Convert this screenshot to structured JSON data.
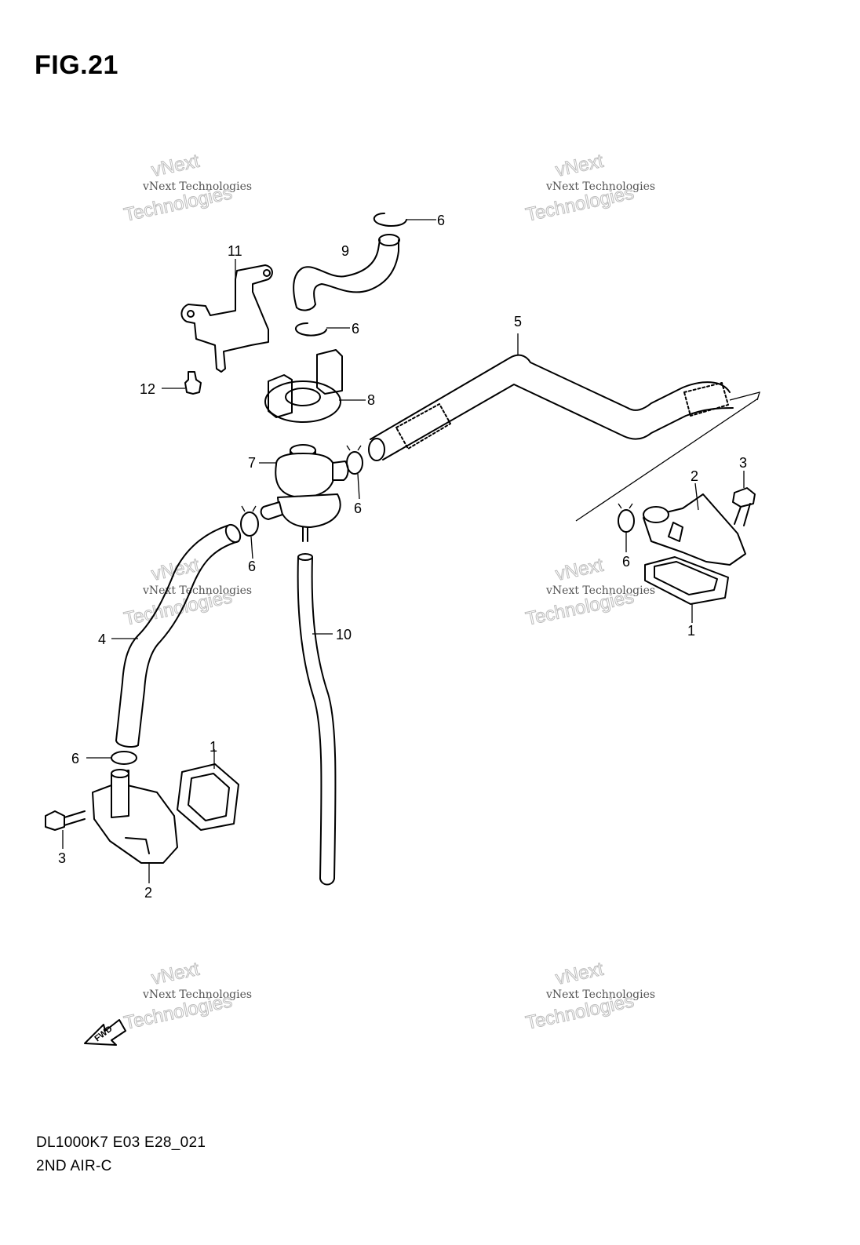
{
  "figure_title": "FIG.21",
  "footer": {
    "model_code": "DL1000K7 E03 E28_021",
    "diagram_name": "2ND AIR-C"
  },
  "watermark": {
    "line1": "vNext Technologies",
    "line2": "vNext",
    "line3": "Technologies"
  },
  "fwd_label": "FWD",
  "callouts": {
    "c1_right": "1",
    "c1_left": "1",
    "c2_right": "2",
    "c2_left": "2",
    "c3_right": "3",
    "c3_left": "3",
    "c4": "4",
    "c5": "5",
    "c6_top": "6",
    "c6_upper": "6",
    "c6_valve": "6",
    "c6_left": "6",
    "c6_right": "6",
    "c6_bottom": "6",
    "c7": "7",
    "c8": "8",
    "c9": "9",
    "c10": "10",
    "c11": "11",
    "c12": "12"
  }
}
